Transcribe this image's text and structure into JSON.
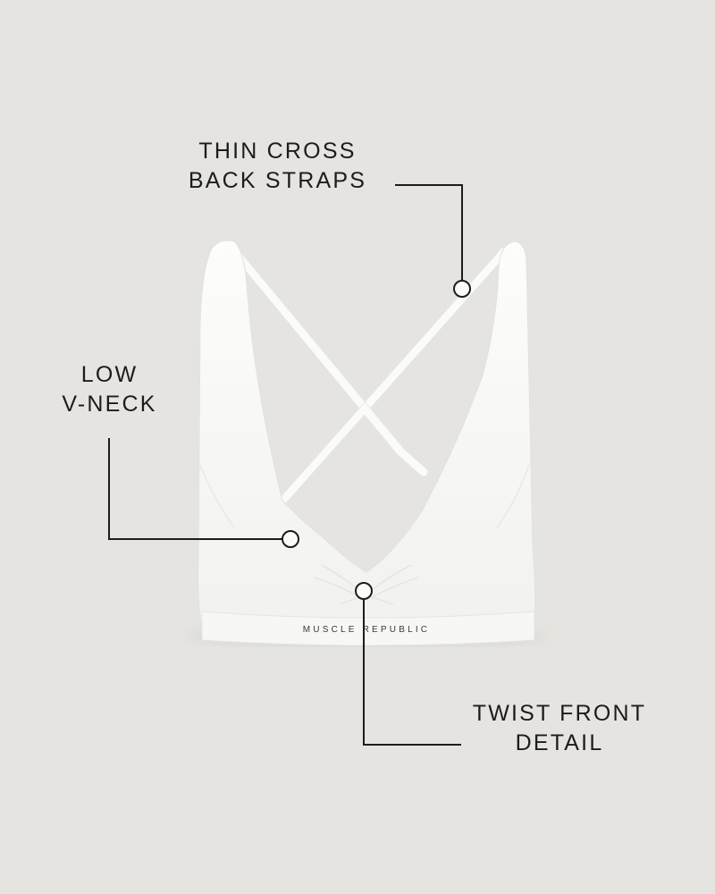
{
  "colors": {
    "background": "#e5e4e0",
    "garment": "#fbfbfa",
    "garment_shade": "#eeeeec",
    "ink": "#1c1c1c"
  },
  "callouts": {
    "straps": {
      "line1": "THIN CROSS",
      "line2": "BACK STRAPS"
    },
    "vneck": {
      "line1": "LOW",
      "line2": "V-NECK"
    },
    "twist": {
      "line1": "TWIST FRONT",
      "line2": "DETAIL"
    }
  },
  "garment": {
    "brand_text": "MUSCLE REPUBLIC"
  }
}
